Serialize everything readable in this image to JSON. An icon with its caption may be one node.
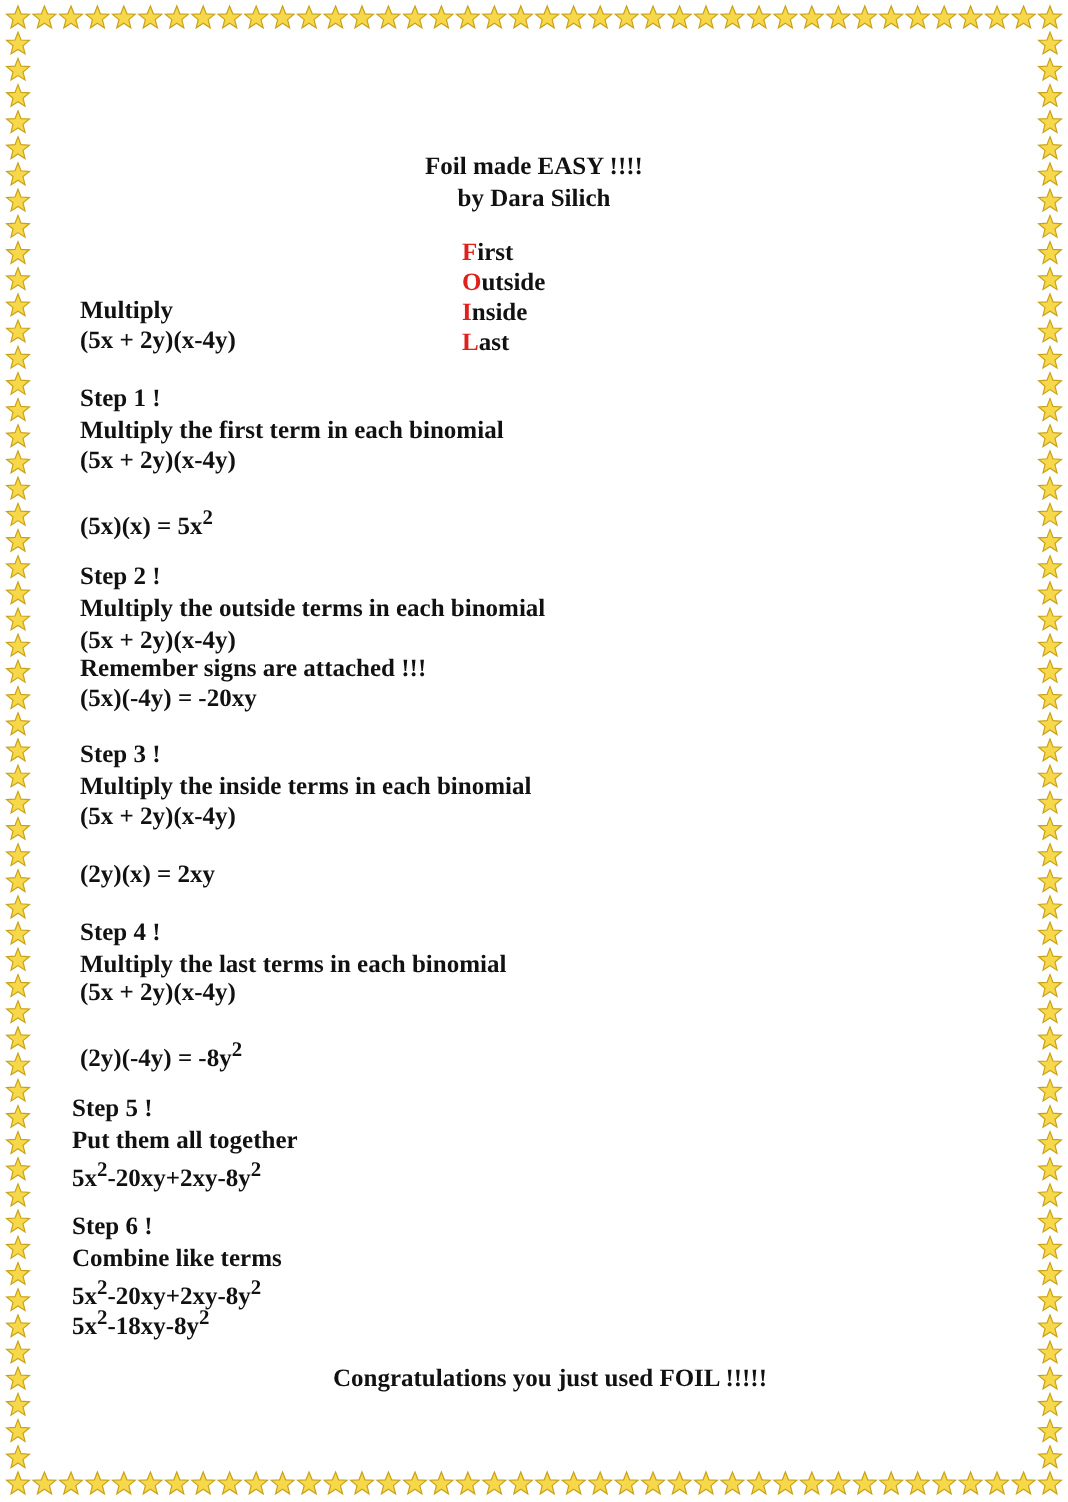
{
  "diagram": {
    "title": "Foil made EASY !!!!",
    "labels": [
      "by Dara Silich",
      "First",
      "Outside",
      "Inside",
      "Last",
      "Multiply",
      "(5x + 2y)(x-4y)",
      "Step 1 !",
      "Multiply the first term in each binomial",
      "(5x + 2y)(x-4y)",
      "(5x)(x) = 5x$^{2}$",
      "Step 2 !",
      "Multiply the outside terms in each binomial",
      "(5x + 2y)(x-4y)",
      "Remember signs are attached !!!",
      "(5x)(-4y) = -20xy",
      "Step 3 !",
      "Multiply the inside terms in each binomial",
      "(5x + 2y)(x-4y)",
      "(2y)(x) = 2xy",
      "Step 4 !",
      "Multiply the last terms in each binomial",
      "(5x + 2y)(x-4y)",
      "(2y)(-4y) = -8y$^{2}$",
      "Step 5 !",
      "Put them all together",
      "5x$^{2}$-20xy+2xy-8y$^{2}$",
      "Step 6 !",
      "Combine like terms",
      "5x$^{2}$-20xy+2xy-8y$^{2}$",
      "5x$^{2}$-18xy-8y$^{2}$",
      "Congratulations you just used FOIL !!!!!"
    ]
  }
}
